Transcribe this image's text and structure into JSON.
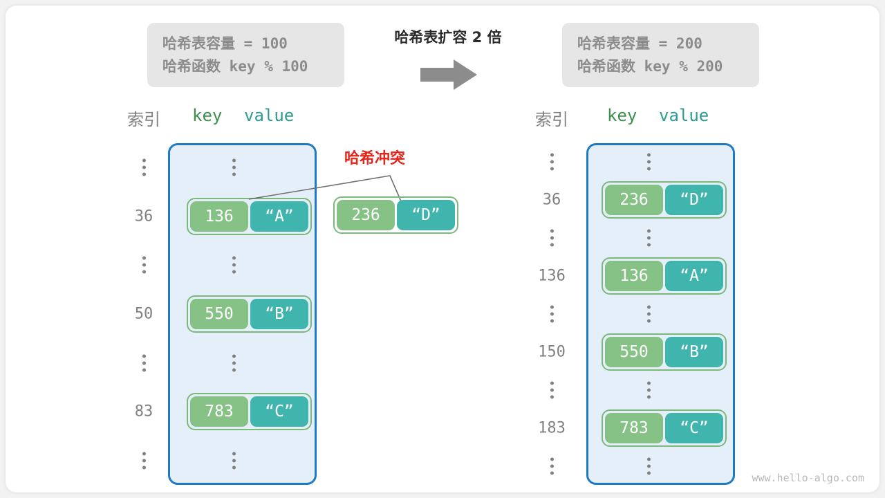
{
  "header": {
    "left_note": {
      "capacity_line": "哈希表容量 = 100",
      "hash_fn_line": "哈希函数 key % 100"
    },
    "right_note": {
      "capacity_line": "哈希表容量 = 200",
      "hash_fn_line": "哈希函数 key % 200"
    },
    "transition_caption": "哈希表扩容 2 倍",
    "arrow_icon": "right-arrow-icon"
  },
  "columns": {
    "index_header": "索引",
    "key_header": "key",
    "value_header": "value"
  },
  "colors": {
    "key_cell": "#86c286",
    "value_cell": "#3fb5ad",
    "pair_border": "#7cb87c",
    "table_border": "#1f7ac4",
    "table_fill": "#e4eff9",
    "collision_red": "#e8231a",
    "index_gray": "#808080",
    "note_bg": "#e6e6e6",
    "note_text": "#8c8c8c"
  },
  "left_table": {
    "ellipsis_glyph": "⋮",
    "rows": [
      {
        "index": "⋮",
        "type": "ellipsis"
      },
      {
        "index": "36",
        "type": "entry",
        "key": "136",
        "value": "“A”"
      },
      {
        "index": "⋮",
        "type": "ellipsis"
      },
      {
        "index": "50",
        "type": "entry",
        "key": "550",
        "value": "“B”"
      },
      {
        "index": "⋮",
        "type": "ellipsis"
      },
      {
        "index": "83",
        "type": "entry",
        "key": "783",
        "value": "“C”"
      },
      {
        "index": "⋮",
        "type": "ellipsis"
      }
    ]
  },
  "right_table": {
    "ellipsis_glyph": "⋮",
    "rows": [
      {
        "index": "⋮",
        "type": "ellipsis"
      },
      {
        "index": "36",
        "type": "entry",
        "key": "236",
        "value": "“D”"
      },
      {
        "index": "⋮",
        "type": "ellipsis"
      },
      {
        "index": "136",
        "type": "entry",
        "key": "136",
        "value": "“A”"
      },
      {
        "index": "⋮",
        "type": "ellipsis"
      },
      {
        "index": "150",
        "type": "entry",
        "key": "550",
        "value": "“B”"
      },
      {
        "index": "⋮",
        "type": "ellipsis"
      },
      {
        "index": "183",
        "type": "entry",
        "key": "783",
        "value": "“C”"
      },
      {
        "index": "⋮",
        "type": "ellipsis"
      }
    ]
  },
  "collision": {
    "label": "哈希冲突",
    "floating_pair": {
      "key": "236",
      "value": "“D”"
    }
  },
  "watermark": "www.hello-algo.com"
}
